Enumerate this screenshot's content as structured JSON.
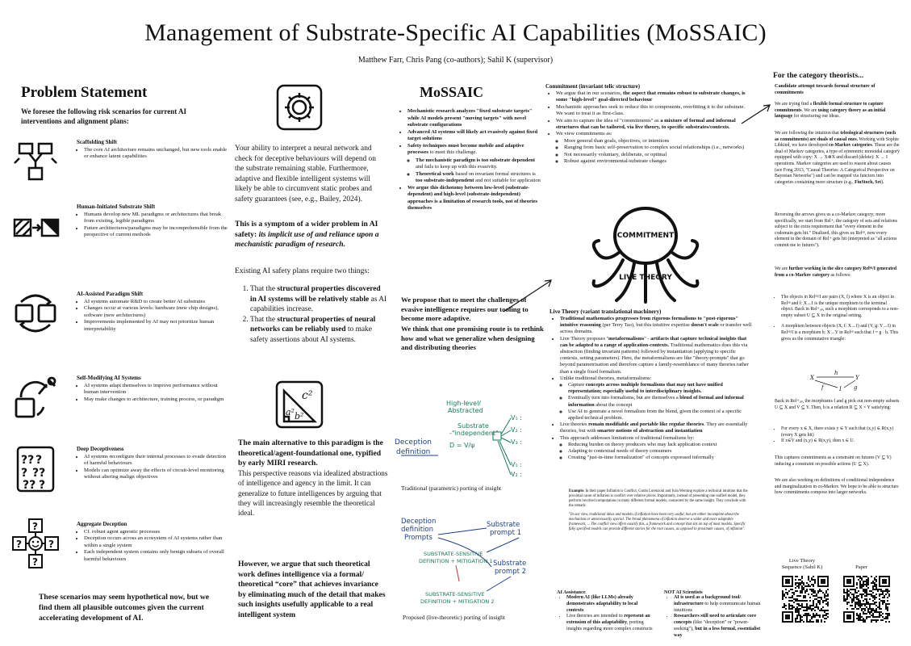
{
  "title": "Management of Substrate-Specific AI Capabilities (MoSSAIC)",
  "authors": "Matthew Farr, Chris Pang (co-authors); Sahil K (supervisor)",
  "problem": {
    "heading": "Problem Statement",
    "intro": "We foresee the following risk scenarios for current AI interventions and alignment plans:",
    "scenarios": [
      {
        "title": "Scaffolding Shift",
        "items": [
          "The core AI architecture remains unchanged, but new tools enable or enhance latent capabilities"
        ],
        "icon": "scaffolding-icon"
      },
      {
        "title": "Human-Initiated Substrate Shift",
        "items": [
          "Humans develop new ML paradigms or architectures that break from existing, legible paradigms",
          "Future architectures/paradigms may be incomprehensible from the perspective of current methods"
        ],
        "icon": "substrate-shift-icon"
      },
      {
        "title": "AI-Assisted Paradigm Shift",
        "items": [
          "AI systems automate R&D to create better AI substrates",
          "Changes occur at various levels: hardware (new chip designs), software (new architectures)",
          "Improvements implemented by AI may not prioritize human interpretability"
        ],
        "icon": "cycle-icon"
      },
      {
        "title": "Self-Modifying AI Systems",
        "items": [
          "AI systems adapt themselves to improve performance without human intervention",
          "May make changes to architecture, training process, or paradigm"
        ],
        "icon": "self-modify-icon"
      },
      {
        "title": "Deep Deceptiveness",
        "items": [
          "AI systems reconfigure their internal processes to evade detection of harmful behaviours",
          "Models can optimize away the effects of circuit-level monitoring without altering malign objectives"
        ],
        "icon": "question-boxes-icon"
      },
      {
        "title": "Aggregate Deception",
        "items": [
          "Cf. robust agent agnostic processes",
          "Deception occurs across an ecosystem of AI systems rather than within a single system",
          "Each independent system contains only benign subsets of overall harmful behaviours"
        ],
        "icon": "aggregate-icon"
      }
    ],
    "conclusion": "These scenarios may seem hypothetical now, but we find them all plausible outcomes given the current accelerating development of AI."
  },
  "middle": {
    "p1": "Your ability to interpret a neural network and check for deceptive behaviours will depend on the substrate remaining stable. Furthermore, adaptive and flexible intelligent systems will likely be able to circumvent static probes and safety guarantees (see, e.g., Bailey, 2024).",
    "p2_a": "This is a symptom of a wider problem in AI safety: ",
    "p2_b": "its implicit use of and reliance upon a mechanistic paradigm of research.",
    "p3": "Existing AI safety plans require two things:",
    "ol1_a": "That the ",
    "ol1_b": "structural properties discovered in AI systems will be relatively stable",
    "ol1_c": " as AI capabilities increase.",
    "ol2_a": "That the ",
    "ol2_b": "structural properties of neural networks can be reliably used",
    "ol2_c": " to make safety assertions about AI systems.",
    "p4": "The main alternative to this paradigm is the theoretical/agent-foundational one, typified by early MIRI research.",
    "p5": "This perspective reasons via idealized abstractions of intelligence and agency in the limit. It can generalize to future intelligences by arguing that they will increasingly resemble the theoretical ideal.",
    "p6": "However, we argue that such theoretical work defines intelligence via a formal/ theoretical “core” that achieves invariance by eliminating much of the detail that makes such insights usefully applicable to a real intelligent system",
    "tri_a": "a²",
    "tri_b": "b²",
    "tri_c": "c²"
  },
  "mossaic": {
    "heading": "MoSSAIC",
    "b1": "Mechanistic research analyzes \"fixed substrate targets\" while AI models present \"moving targets\" with novel substrate configurations",
    "b2": "Advanced AI systems will likely act evasively against fixed target solutions",
    "b3a": "Safety techniques must become mobile and adaptive processes",
    "b3b": " to meet this challenge.",
    "b3s1a": "The mechanistic paradigm is too substrate dependent",
    "b3s1b": " and fails to keep up with this evasivity.",
    "b3s2a": "Theoretical work",
    "b3s2b": " based on invariant formal structures is ",
    "b3s2c": "too substrate-independent",
    "b3s2d": " and not suitable for application",
    "b4": "We argue this dichotomy between low-level (substrate-dependent) and high-level (substrate-independent) approaches is a limitation of research tools, not of theories themselves",
    "p1": "We propose that to meet the challenges of evasive intelligence requires our tooling to become more adaptive.",
    "p2": "We think that one promising route is to rethink how and what we generalize when designing and distributing theories",
    "sketch1": {
      "title1": "High-level/",
      "title2": "Abstracted",
      "sub1": "Substrate",
      "sub2": "-\"independent\"",
      "def1": "Deception",
      "def2": "definition",
      "eq": "D = V/ψ",
      "caption": "Traditional (parametric) porting of insight"
    },
    "sketch2": {
      "def1": "Deception",
      "def2": "definition",
      "def3": "Prompts",
      "p1": "Substrate",
      "p1b": "prompt 1",
      "p2": "Substrate",
      "p2b": "prompt 2",
      "s1": "SUBSTRATE-SENSITIVE",
      "s1b": "DEFINITION + MITIGATION 1",
      "s2": "SUBSTRATE-SENSITIVE",
      "s2b": "DEFINITION + MITIGATION 2",
      "caption": "Proposed (live-theoretic) porting of insight"
    }
  },
  "commitment": {
    "heading": "Commitment (invariant telic structure)",
    "b1a": "We argue that in our scenarios, ",
    "b1b": "the aspect that remains robust to substrate changes, is some \"high-level\" goal-directed behaviour",
    "b2": "Mechanistic approaches seek to reduce this to components, overfitting it to the substrate. We want to treat it as first-class.",
    "b3a": "We aim to capture the idea of \"commitments\" as ",
    "b3b": "a mixture of formal and informal structures that can be tailored, via live theory, to specific substrates/contexts.",
    "b4": "We view commitments as:",
    "s1": "More general than goals, objectives, or intentions",
    "s2": "Ranging from basic self-preservation to complex social relationships (i.e., networks)",
    "s3": "Not necessarily voluntary, deliberate, or optimal",
    "s4": "Robust against environmental/substrate changes",
    "octo_top": "COMMITMENT",
    "octo_bottom": "LIVE THEORY"
  },
  "live_theory": {
    "heading": "Live Theory (variant translational machinery)",
    "b1a": "Traditional mathematics progresses from rigorous formalisms to \"post-rigorous\" intuitive reasoning",
    "b1b": " (per Terry Tao), but this intuitive expertise ",
    "b1c": "doesn't scale",
    "b1d": " or transfer well across domains.",
    "b2a": "Live Theory proposes \"",
    "b2b": "metaformalisms",
    "b2c": "\" - ",
    "b2d": "artifacts that capture technical insights that can be adapted to a range of application-contexts.",
    "b2e": " Traditional mathematics does this via abstraction (finding invariant patterns) followed by instantiation (applying to specific contexts, setting parameters). Here, the metaformalisms are like \"theory-prompts\" that go beyond parametrisation and therefore capture a family-resemblance of many theories rather than a single fixed formalism.",
    "b3": "Unlike traditional theories, metaformalisms:",
    "b3s1a": "Capture ",
    "b3s1b": "concepts across multiple formalisms that may not have unified representation; especially useful to interdisciplinary insights.",
    "b3s2a": "Eventually turn into formalisms, but are themselves a ",
    "b3s2b": "blend of formal and informal information",
    "b3s2c": " about the concept",
    "b3s3": "Use AI to generate a novel formalism from the blend, given the context of a specific applied technical problem.",
    "b4a": "Live theories ",
    "b4b": "remain modifiable and portable like regular theories",
    "b4c": ". They are essentially theories, but with ",
    "b4d": "smarter notions of abstraction and instantiation",
    "b5": "This approach addresses limitations of traditional formalisms by:",
    "b5s1": "Reducing burden on theory producers who may lack application context",
    "b5s2": "Adapting to contextual needs of theory consumers",
    "b5s3": "Creating \"just-in-time formalization\" of concepts expressed informally"
  },
  "example": {
    "label": "Example:",
    "text": " In their paper Inflation is Conflict, Guido Lorenzoni and Iván Werning explore a technical intuition that the proximal cause of inflation is conflict over relative prices. Importantly, instead of presenting one unified model, they perform involved computations in many different formal models, connected by the same insight. They conclude with the remark:",
    "quote": "\"In our view, traditional ideas and models of inflation have been very useful, but are either incomplete about the mechanism or unnecessarily special. The broad phenomena of inflation deserve a wider and more adaptable framework, ... The conflict view offers exactly this, a framework and concept that sits on top of most models. Specific fully specified models can provide different stories for the root causes, as opposed to proximate causes, of inflation\"."
  },
  "ai_assist": {
    "heading": "AI Assistance",
    "b1a": "Modern AI (like LLMs) already demonstrates adaptability to local contexts",
    "b2a": "Live theories are intended to ",
    "b2b": "represent an extension of this adaptability",
    "b2c": ", porting insights regarding more complex constructs"
  },
  "not_sci": {
    "heading": "NOT AI Scientists",
    "b1a": "AI is used as a background tool/ infrastructure",
    "b1b": " to help communicate human intuitions",
    "b2a": "Researchers still need to articulate core concepts",
    "b2b": " (like \"deception\" or \"power-seeking\"), ",
    "b2c": "but in a less formal, essentialist way"
  },
  "category": {
    "heading": "For the category theorists...",
    "sub": "Candidate attempt towards formal structure of commitments",
    "p1a": "We are trying find a ",
    "p1b": "flexible formal structure to capture commitments",
    "p1c": ". We are ",
    "p1d": "using category theory as an initial language",
    "p1e": " for structuring our ideas.",
    "p2a": "We are following the intuition that ",
    "p2b": "teleological structures (such as commitments) are duals of causal ones.",
    "p2c": " Working with Sophie Libkind, we have developed ",
    "p2d": "co-Markov categories",
    "p2e": ". These are the dual of Markov categories, a type of symmetric monoidal category equipped with copy: X → X⊗X and discard (delete): X → I operations. Markov categories are used to reason about causes (see Fong 2013, \"Causal Theories: A Categorical Perspective on Bayesian Networks\") and can be mapped via functors into categories containing more structure (e.g., ",
    "p2f": "FinStoch, Set",
    "p3": "Reversing the arrows gives us a co-Markov category; more specifically, we start from Rel+, the category of sets and relations subject to the extra requirement that \"every element in the codomain gets hit.\" Dualized, this gives us Relᵒᵖ, now every element in the domain of Rel+ gets hit (interpreted as \"all actions commit me to futures\").",
    "p4a": "We are ",
    "p4b": "further working in the slice category Relᵒᵖ/I generated from a co-Markov category",
    "p4c": " as follows:",
    "l1": "The objects in Relᵒᵖ/I are pairs (X, f) where X is an object in Relᵒᵖ and f: X→I is the unique morphism to the terminal object. Back in Rel+ₒₚ, such a morphism corresponds to a non-empty subset U ⊆ X in the original setting.",
    "l2": "A morphism between objects (X, f: X→I) and (Y, g: Y→I) in Relᵒᵖ/I is a morphism h: X→Y in Relᵒᵖ such that f = g · h. This gives us the commutative triangle:",
    "diag_x": "X",
    "diag_y": "Y",
    "diag_i": "I",
    "diag_h": "h",
    "diag_f": "f",
    "diag_g": "g",
    "p5": "Back in Rel+ₒₚ, the morphisms f and g pick out non-empty subsets U ⊆ X and V ⊆ Y. Then, h is a relation R ⊆ X × Y satisfying:",
    "l3": "For every x ∈ X, there exists y ∈ Y such that (x,y) ∈ R(x,y) (every X gets hit)",
    "l4": "If x∈V and (x,y) ∈ R(x,y), then x ∈ U.",
    "p6": "This captures commitments as a constraint on futures (V ⊆ Y) inducing a constraint on possible actions (U ⊆ X).",
    "p7": "We are also working on definitions of conditional independence and marginalization in co-Markov. We hope to be able to structure how commitments compose into larger networks."
  },
  "qr": {
    "label1a": "Live Theory",
    "label1b": "Sequence (Sahil K)",
    "label2": "Paper"
  }
}
